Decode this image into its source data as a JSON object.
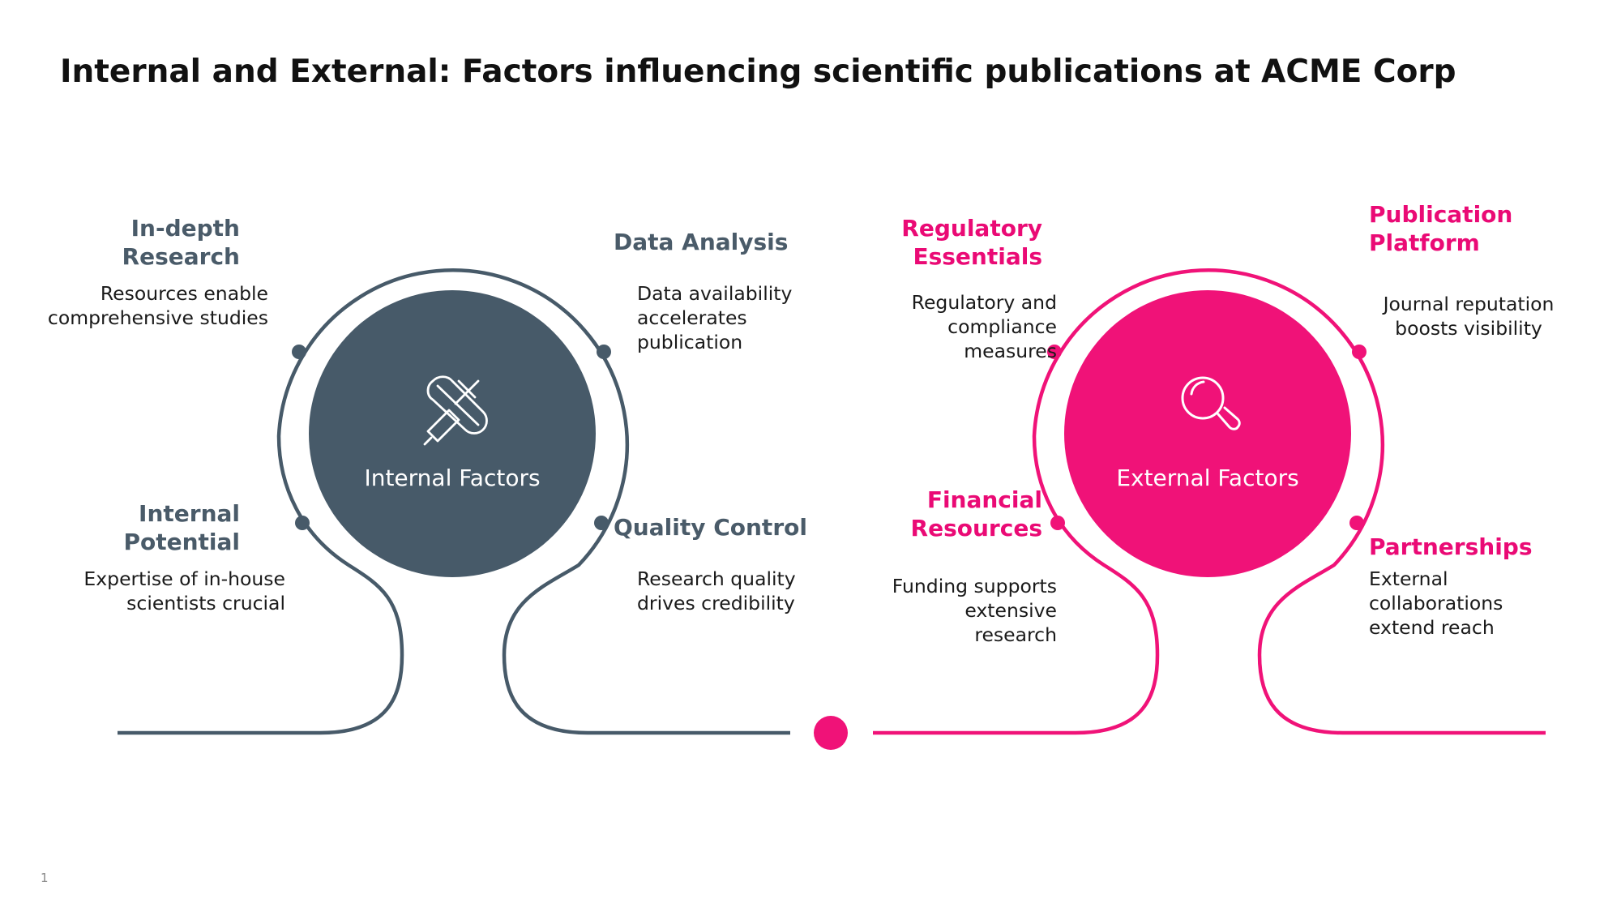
{
  "title": "Internal and External: Factors influencing scientific publications at ACME Corp",
  "page_number": "1",
  "colors": {
    "internal": "#475a69",
    "external": "#f01278",
    "text": "#1a1a1a"
  },
  "internal": {
    "center_label": "Internal Factors",
    "icon": "tools-icon",
    "items": [
      {
        "title_lines": [
          "In-depth",
          "Research"
        ],
        "desc_lines": [
          "Resources enable",
          "comprehensive studies"
        ]
      },
      {
        "title_lines": [
          "Data Analysis"
        ],
        "desc_lines": [
          "Data availability",
          "accelerates",
          "publication"
        ]
      },
      {
        "title_lines": [
          "Internal",
          "Potential"
        ],
        "desc_lines": [
          "Expertise of in-house",
          "scientists crucial"
        ]
      },
      {
        "title_lines": [
          "Quality Control"
        ],
        "desc_lines": [
          "Research quality",
          "drives credibility"
        ]
      }
    ]
  },
  "external": {
    "center_label": "External Factors",
    "icon": "magnifier-icon",
    "items": [
      {
        "title_lines": [
          "Regulatory",
          "Essentials"
        ],
        "desc_lines": [
          "Regulatory and",
          "compliance",
          "measures"
        ]
      },
      {
        "title_lines": [
          "Publication",
          "Platform"
        ],
        "desc_lines": [
          "Journal reputation",
          "boosts visibility"
        ]
      },
      {
        "title_lines": [
          "Financial",
          "Resources"
        ],
        "desc_lines": [
          "Funding supports",
          "extensive",
          "research"
        ]
      },
      {
        "title_lines": [
          "Partnerships"
        ],
        "desc_lines": [
          "External",
          "collaborations",
          "extend reach"
        ]
      }
    ]
  }
}
